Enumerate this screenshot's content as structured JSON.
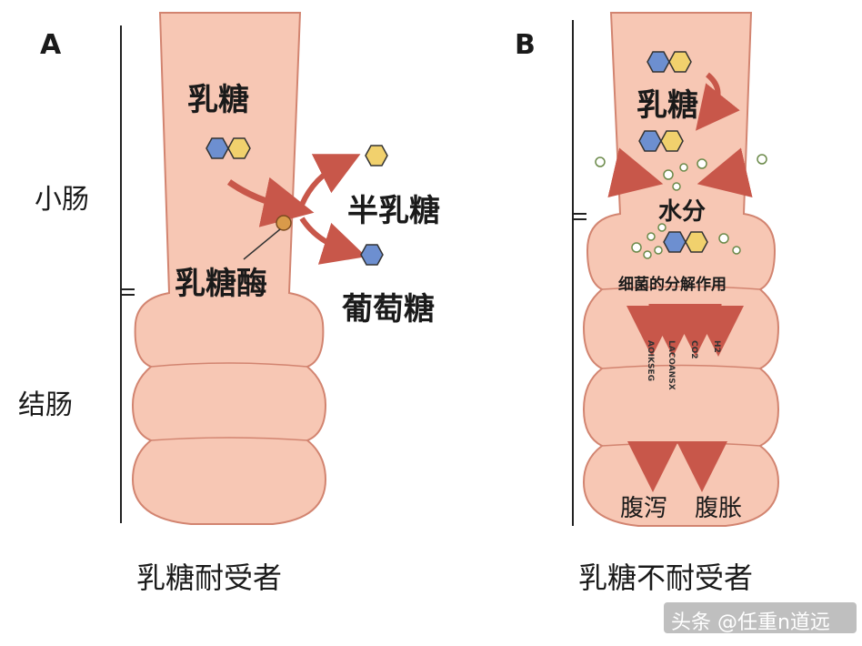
{
  "panel_a": {
    "letter": "A",
    "small_intestine": "小肠",
    "colon": "结肠",
    "lactose": "乳糖",
    "lactase": "乳糖酶",
    "galactose": "半乳糖",
    "glucose": "葡萄糖",
    "caption": "乳糖耐受者"
  },
  "panel_b": {
    "letter": "B",
    "lactose": "乳糖",
    "water": "水分",
    "bacteria": "细菌的分解作用",
    "gases": [
      "H2",
      "CO2",
      "LACOANSX",
      "AOIKSEG"
    ],
    "diarrhea": "腹泻",
    "bloating": "腹胀",
    "caption": "乳糖不耐受者"
  },
  "watermark": "头条 @任重n道远",
  "colors": {
    "intestine_fill": "#f7c7b4",
    "intestine_stroke": "#d28470",
    "arrow": "#c8574a",
    "hex_blue": "#6d8fd0",
    "hex_yellow": "#f1d16d",
    "enzyme": "#d99a4a"
  }
}
